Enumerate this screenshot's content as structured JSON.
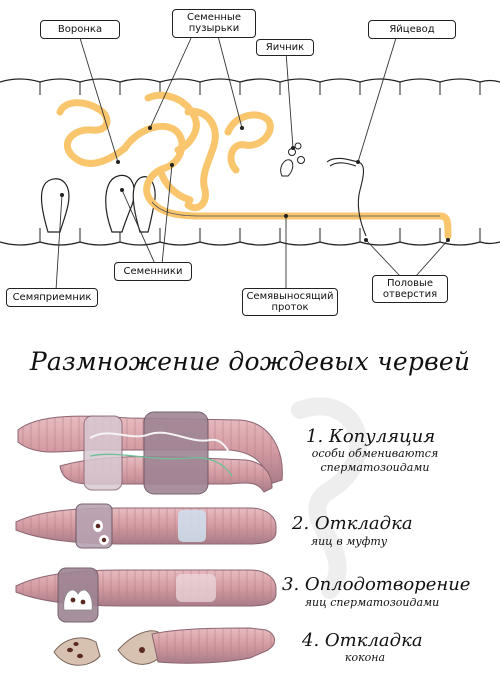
{
  "anatomy": {
    "labels": {
      "funnel": "Воронка",
      "seminal_vesicles": "Семенные пузырьки",
      "ovary": "Яичник",
      "oviduct": "Яйцевод",
      "testes": "Семенники",
      "spermatheca": "Семяприемник",
      "sperm_duct": "Семявыносящий проток",
      "genital_openings": "Половые отверстия"
    }
  },
  "reproduction": {
    "title": "Размножение дождевых червей",
    "steps": [
      {
        "title": "1. Копуляция",
        "sub1": "особи обмениваются",
        "sub2": "сперматозоидами"
      },
      {
        "title": "2. Откладка",
        "sub1": "яиц в муфту",
        "sub2": ""
      },
      {
        "title": "3. Оплодотворение",
        "sub1": "яиц сперматозоидами",
        "sub2": ""
      },
      {
        "title": "4. Откладка",
        "sub1": "кокона",
        "sub2": ""
      }
    ]
  },
  "colors": {
    "organ": "#f9c66e",
    "worm_body": "#d9a3a8",
    "worm_dark": "#8d6f7d",
    "clitellum": "#c9b0bd"
  }
}
